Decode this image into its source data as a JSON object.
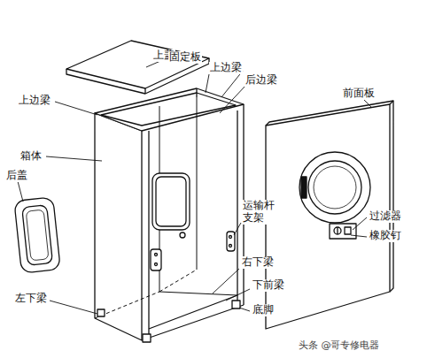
{
  "diagram": {
    "labels": [
      "上盖",
      "上边梁",
      "固定板",
      "上边梁",
      "后边梁",
      "前面板",
      "箱体",
      "后盖",
      "运输杆 支架",
      "过滤器",
      "橡胶钉",
      "右下梁",
      "下前梁",
      "左下梁",
      "底脚",
      "头条 @哥专修电器"
    ]
  }
}
